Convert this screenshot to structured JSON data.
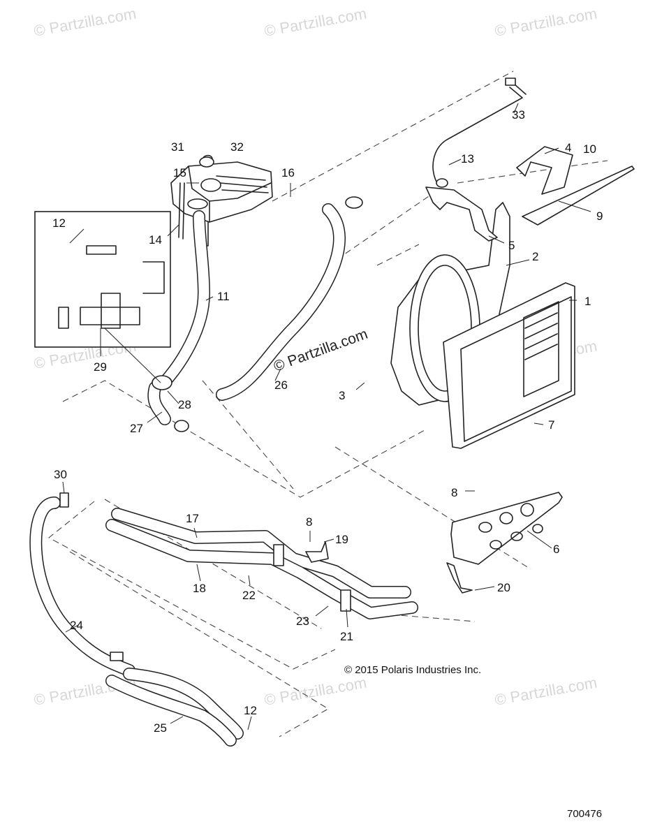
{
  "watermarks": [
    {
      "text": "© Partzilla.com"
    },
    {
      "text": "© Partzilla.com"
    },
    {
      "text": "© Partzilla.com"
    },
    {
      "text": "© Partzilla.com"
    },
    {
      "text": "© Partzilla.com"
    },
    {
      "text": "© Partzilla.com"
    },
    {
      "text": "© Partzilla.com"
    },
    {
      "text": "© Partzilla.com"
    },
    {
      "text": "© Partzilla.com"
    }
  ],
  "center_watermark": "© Partzilla.com",
  "callouts": [
    "1",
    "2",
    "3",
    "4",
    "5",
    "6",
    "7",
    "8",
    "8",
    "9",
    "10",
    "11",
    "12",
    "12",
    "13",
    "14",
    "15",
    "16",
    "17",
    "18",
    "19",
    "20",
    "21",
    "22",
    "23",
    "24",
    "25",
    "26",
    "27",
    "28",
    "29",
    "30",
    "31",
    "32",
    "33"
  ],
  "copyright": "© 2015 Polaris Industries Inc.",
  "diagram_number": "700476"
}
